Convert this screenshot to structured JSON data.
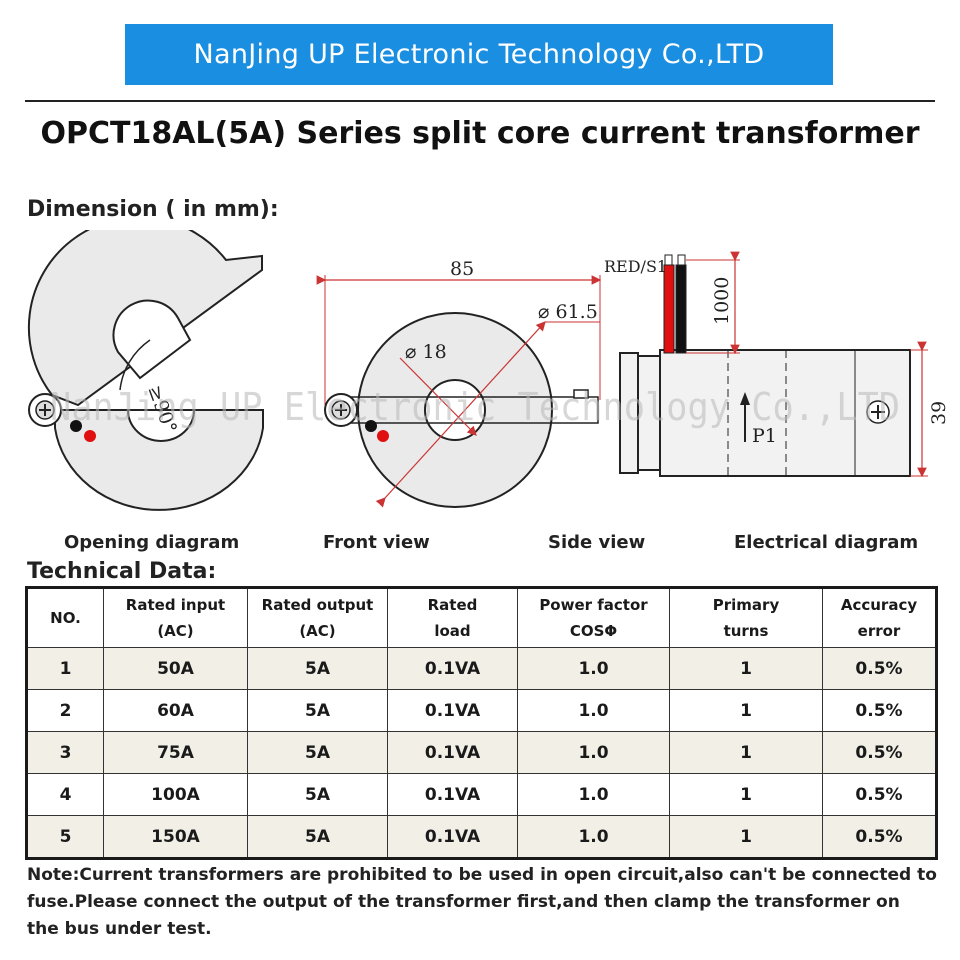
{
  "header": {
    "company": "NanJing UP Electronic Technology Co.,LTD",
    "title": "OPCT18AL(5A) Series split core current transformer"
  },
  "dimension": {
    "heading": "Dimension ( in mm):",
    "labels": {
      "width": "85",
      "outer_diameter": "⌀ 61.5",
      "inner_diameter": "⌀ 18",
      "opening_angle": "≥90°",
      "lead_label": "RED/S1",
      "lead_length": "1000",
      "depth": "39",
      "primary_marker": "P1"
    },
    "watermark": "NanJing UP Electronic Technology Co.,LTD",
    "captions": [
      "Opening diagram",
      "Front view",
      "Side view",
      "Electrical diagram"
    ],
    "colors": {
      "lead_red": "#e01010",
      "lead_black": "#111111"
    }
  },
  "technical": {
    "heading": "Technical Data:",
    "columns": [
      [
        "NO."
      ],
      [
        "Rated input",
        "(AC)"
      ],
      [
        "Rated output",
        "(AC)"
      ],
      [
        "Rated",
        "load"
      ],
      [
        "Power factor",
        "COSΦ"
      ],
      [
        "Primary",
        "turns"
      ],
      [
        "Accuracy",
        "error"
      ]
    ],
    "rows": [
      [
        "1",
        "50A",
        "5A",
        "0.1VA",
        "1.0",
        "1",
        "0.5%"
      ],
      [
        "2",
        "60A",
        "5A",
        "0.1VA",
        "1.0",
        "1",
        "0.5%"
      ],
      [
        "3",
        "75A",
        "5A",
        "0.1VA",
        "1.0",
        "1",
        "0.5%"
      ],
      [
        "4",
        "100A",
        "5A",
        "0.1VA",
        "1.0",
        "1",
        "0.5%"
      ],
      [
        "5",
        "150A",
        "5A",
        "0.1VA",
        "1.0",
        "1",
        "0.5%"
      ]
    ]
  },
  "note": "Note:Current transformers are prohibited to be used in open circuit,also can't be connected to fuse.Please connect the output of the transformer first,and then clamp the transformer on the bus under test.",
  "colors": {
    "banner": "#1a8ee0",
    "row_shade": "#f1efe6"
  }
}
